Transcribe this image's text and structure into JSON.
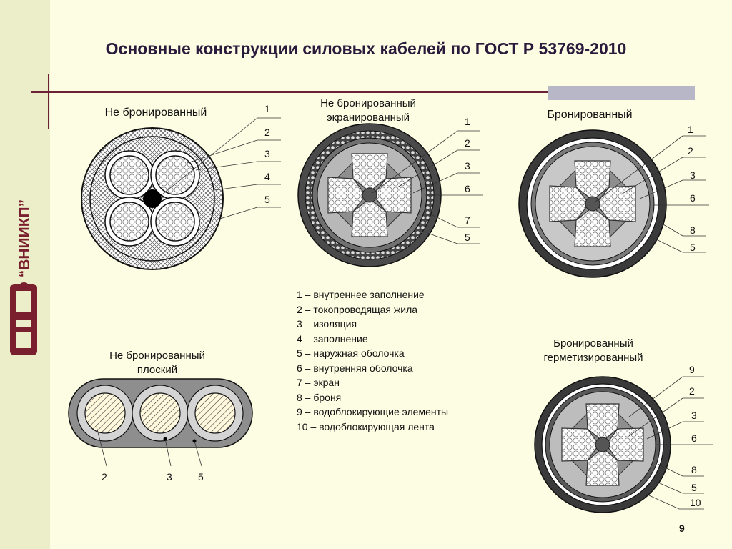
{
  "slide": {
    "title": "Основные конструкции силовых кабелей по ГОСТ Р 53769-2010",
    "org": "ОАО “ВНИИКП”",
    "page_number": "9"
  },
  "colors": {
    "sidebar": "#ecedc9",
    "background": "#fdfde3",
    "accent": "#6b2236",
    "grey_block": "#b7b7c7"
  },
  "diagrams": {
    "unarmored": {
      "title": "Не бронированный",
      "callouts": [
        "1",
        "2",
        "3",
        "4",
        "5"
      ]
    },
    "unarmored_screened": {
      "title_line1": "Не бронированный",
      "title_line2": "экранированный",
      "callouts": [
        "1",
        "2",
        "3",
        "6",
        "7",
        "5"
      ]
    },
    "armored": {
      "title": "Бронированный",
      "callouts": [
        "1",
        "2",
        "3",
        "6",
        "8",
        "5"
      ]
    },
    "flat": {
      "title_line1": "Не бронированный",
      "title_line2": "плоский",
      "callouts": [
        "2",
        "3",
        "5"
      ]
    },
    "armored_sealed": {
      "title_line1": "Бронированный",
      "title_line2": "герметизированный",
      "callouts": [
        "9",
        "2",
        "3",
        "6",
        "8",
        "5",
        "10"
      ]
    }
  },
  "legend": [
    "1 – внутреннее заполнение",
    "2 – токопроводящая жила",
    "3 – изоляция",
    "4 – заполнение",
    "5 – наружная оболочка",
    "6 – внутренняя оболочка",
    "7 – экран",
    "8 – броня",
    "9 – водоблокирующие элементы",
    "10 – водоблокирующая лента"
  ]
}
